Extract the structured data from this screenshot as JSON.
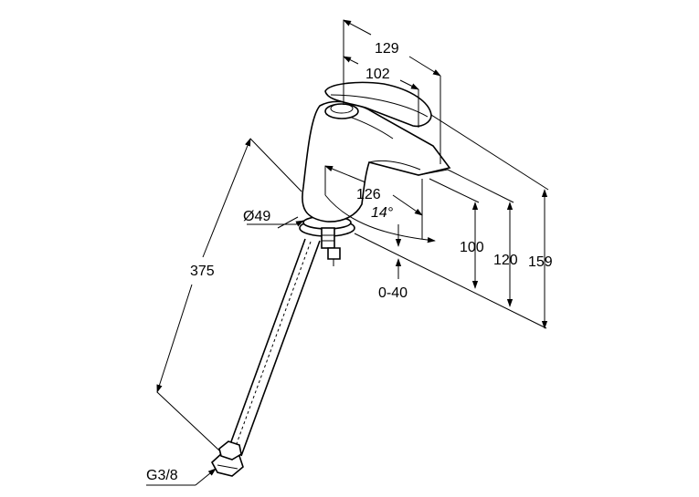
{
  "dimensions": {
    "d129": "129",
    "d102": "102",
    "d126": "126",
    "angle": "14°",
    "diameter": "Ø49",
    "d100": "100",
    "d120": "120",
    "d159": "159",
    "d375": "375",
    "adjust": "0-40",
    "thread": "G3/8"
  },
  "colors": {
    "line": "#000000",
    "background": "#ffffff"
  }
}
